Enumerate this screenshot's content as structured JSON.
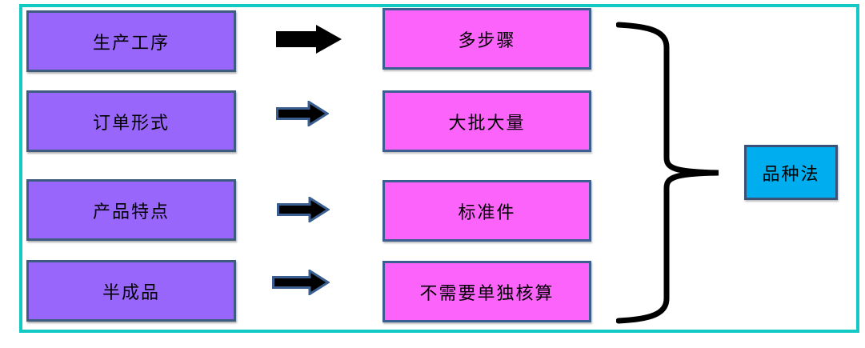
{
  "diagram": {
    "rows": [
      {
        "left": "生产工序",
        "right": "多步骤"
      },
      {
        "left": "订单形式",
        "right": "大批大量"
      },
      {
        "left": "产品特点",
        "right": "标准件"
      },
      {
        "left": "半成品",
        "right": "不需要单独核算"
      }
    ],
    "result": "品种法",
    "colors": {
      "left_box_fill": "#9966fb",
      "right_box_fill": "#fb63fb",
      "result_box_fill": "#00aeef",
      "left_box_border": "#3e5c80",
      "right_box_border": "#3b5f91",
      "result_box_border": "#3a5278",
      "outer_frame_border": "#12c9c4",
      "arrow_fill": "#000000",
      "arrow_outline": "#3b5f91",
      "brace_stroke": "#000000",
      "text_color": "#000000"
    }
  }
}
